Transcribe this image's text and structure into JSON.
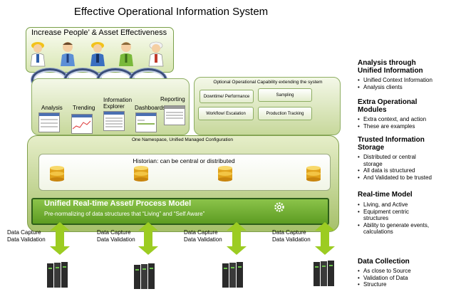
{
  "title": "Effective Operational Information System",
  "people": {
    "title": "Increase People’ & Asset Effectiveness",
    "icons": [
      "worker-hardhat-icon",
      "person-blue-icon",
      "worker-hardhat-icon",
      "person-blue-icon",
      "worker-hardhat-icon"
    ]
  },
  "apps": {
    "analysis": "Analysis",
    "trending": "Trending",
    "information": "Information",
    "explorer": "Explorer",
    "dashboards": "Dashboards",
    "reporting": "Reporting"
  },
  "optional": {
    "title": "Optional Operational Capability extending the system",
    "downtime": "Downtime/ Performance",
    "sampling": "Sampling",
    "workflow": "Workflow/ Escalation",
    "production": "Production Tracking"
  },
  "namespace": "One Namespace, Unified Managed Configuration",
  "historian": "Historian: can be central or distributed",
  "model": {
    "title": "Unified Real-time Asset/ Process Model",
    "subtitle": "Pre-normalizing of data structures that “Living” and “Self Aware”"
  },
  "capture": {
    "line1": "Data Capture",
    "line2": "Data Validation"
  },
  "side": {
    "analysis": {
      "h1": "Analysis through",
      "h2": "Unified Information",
      "items": [
        "Unified Context Information",
        "Analysis clients"
      ]
    },
    "extra": {
      "h1": "Extra Operational",
      "h2": "Modules",
      "items": [
        "Extra context, and action",
        "These are examples"
      ]
    },
    "trusted": {
      "h1": "Trusted Information",
      "h2": "Storage",
      "items": [
        "Distributed or central",
        "storage",
        "All data is structured",
        "And Validated to be trusted"
      ]
    },
    "realtime": {
      "h1": "Real-time Model",
      "items": [
        "Living, and Active",
        "Equipment centric",
        "structures",
        "Ability to generate events,",
        "calculations"
      ]
    },
    "collection": {
      "h1": "Data Collection",
      "items": [
        "As close to Source",
        "Validation of Data",
        "Structure"
      ]
    }
  },
  "colors": {
    "green_box": "#c7d89b",
    "model_green": "#6aa82c",
    "arrow_green": "#9ccc22",
    "ring_blue": "#3b4e7a"
  }
}
